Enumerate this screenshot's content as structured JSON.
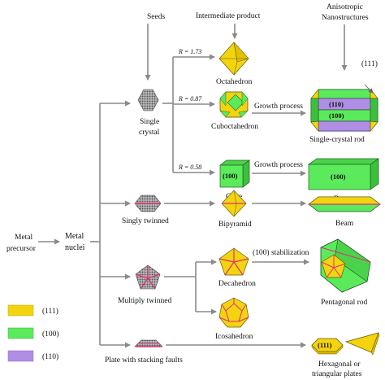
{
  "top_labels": {
    "seeds": "Seeds",
    "intermediate": "Intermediate product",
    "anisotropic_1": "Anisotropic",
    "anisotropic_2": "Nanostructures"
  },
  "start": {
    "metal_precursor_1": "Metal",
    "metal_precursor_2": "precursor",
    "metal_nuclei_1": "Metal",
    "metal_nuclei_2": "nuclei"
  },
  "seeds": {
    "single_crystal_1": "Single",
    "single_crystal_2": "crystal",
    "singly_twinned": "Singly twinned",
    "multiply_twinned": "Multiply twinned",
    "plate_faults": "Plate with stacking faults"
  },
  "ratios": {
    "r1": "R = 1.73",
    "r2": "R = 0.87",
    "r3": "R = 0.58"
  },
  "intermediates": {
    "octahedron": "Octahedron",
    "cuboctahedron": "Cuboctahedron",
    "cube": "Cube",
    "cube_face": "(100)",
    "bipyramid": "Bipyramid",
    "decahedron": "Decahedron",
    "icosahedron": "Icosahedron"
  },
  "process": {
    "growth1": "Growth process",
    "growth2": "Growth process",
    "stabilization": "(100) stabilization"
  },
  "products": {
    "rod_111": "(111)",
    "rod_110": "(110)",
    "rod_100": "(100)",
    "single_crystal_rod": "Single-crystal rod",
    "bar_face": "(100)",
    "bar": "Bar",
    "beam": "Beam",
    "pentagonal_rod": "Pentagonal rod",
    "plate_111": "(111)",
    "plate_1": "Hexagonal or",
    "plate_2": "triangular plates"
  },
  "legend": [
    {
      "label": "(111)",
      "color": "#f2d40f"
    },
    {
      "label": "(100)",
      "color": "#5bea5b"
    },
    {
      "label": "(110)",
      "color": "#b08ee6"
    }
  ],
  "colors": {
    "face_111": "#f2d40f",
    "face_100": "#5bea5b",
    "face_110": "#b08ee6",
    "twin_line": "#e0307a",
    "arrow": "#8a8a8a"
  }
}
